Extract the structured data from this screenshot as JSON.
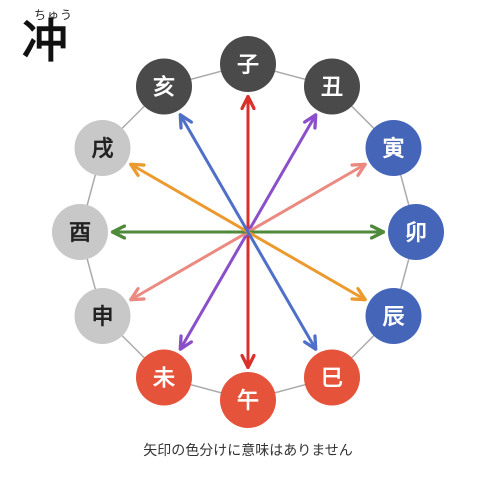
{
  "title": {
    "ruby": "ちゅう",
    "kanji": "冲"
  },
  "caption": "矢印の色分けに意味はありません",
  "colors": {
    "winter": "#4a4a4a",
    "spring": "#4565b8",
    "summer": "#e5533a",
    "autumn": "#c8c8c8",
    "ring": "#aaaaaa",
    "arrow_red": "#d9302c",
    "arrow_purple": "#8a4fc9",
    "arrow_salmon": "#ea8a80",
    "arrow_green": "#4f8a3a",
    "arrow_orange": "#ec9a2e",
    "arrow_blue": "#4f6fc8"
  },
  "branches": [
    {
      "label": "子",
      "group": "winter"
    },
    {
      "label": "丑",
      "group": "winter"
    },
    {
      "label": "寅",
      "group": "spring"
    },
    {
      "label": "卯",
      "group": "spring"
    },
    {
      "label": "辰",
      "group": "spring"
    },
    {
      "label": "巳",
      "group": "summer"
    },
    {
      "label": "午",
      "group": "summer"
    },
    {
      "label": "未",
      "group": "summer"
    },
    {
      "label": "申",
      "group": "autumn"
    },
    {
      "label": "酉",
      "group": "autumn"
    },
    {
      "label": "戌",
      "group": "autumn"
    },
    {
      "label": "亥",
      "group": "winter"
    }
  ],
  "clashes": [
    {
      "a": "子",
      "b": "午",
      "color": "arrow_red"
    },
    {
      "a": "丑",
      "b": "未",
      "color": "arrow_purple"
    },
    {
      "a": "寅",
      "b": "申",
      "color": "arrow_salmon"
    },
    {
      "a": "卯",
      "b": "酉",
      "color": "arrow_green"
    },
    {
      "a": "辰",
      "b": "戌",
      "color": "arrow_orange"
    },
    {
      "a": "巳",
      "b": "亥",
      "color": "arrow_blue"
    }
  ]
}
